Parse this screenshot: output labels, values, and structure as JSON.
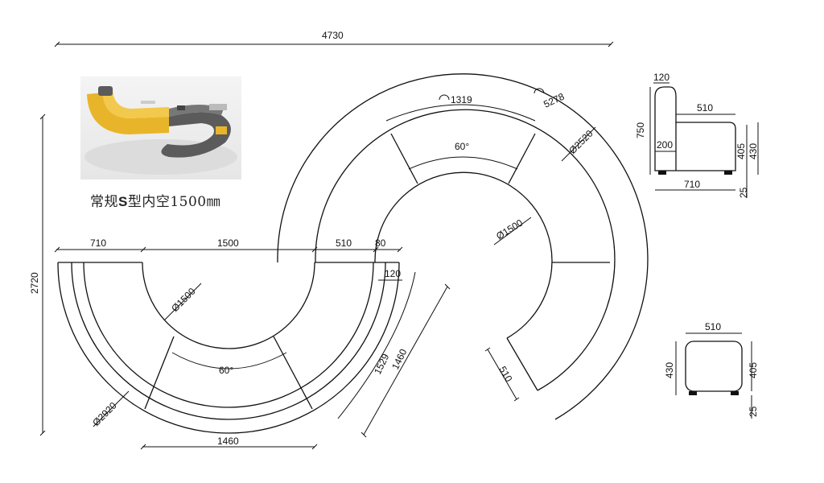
{
  "caption": {
    "prefix": "常规",
    "bold": "S",
    "suffix": "型内空1500㎜"
  },
  "overall": {
    "width": "4730",
    "height": "2720"
  },
  "plan": {
    "top_row": [
      "710",
      "1500",
      "510",
      "80"
    ],
    "small_120": "120",
    "bottom_1460": "1460",
    "diag_1529": "1529",
    "diag_1460": "1460",
    "dia_1500_left": "Ø1500",
    "dia_2920": "Ø2920",
    "angle_left": "60°",
    "arc_1319": "1319",
    "arc_5278": "5278",
    "dia_2520": "Ø2520",
    "angle_right": "60°",
    "dia_1500_right": "Ø1500",
    "seat_510": "510"
  },
  "side_view": {
    "back_120": "120",
    "height_750": "750",
    "seat_510": "510",
    "seat_200": "200",
    "h_405": "405",
    "h_430": "430",
    "depth_710": "710",
    "leg_25": "25"
  },
  "ottoman": {
    "width_510": "510",
    "h_430": "430",
    "h_405": "405",
    "leg_25": "25"
  },
  "colors": {
    "line": "#111111",
    "sofa_yellow": "#e8b52a",
    "sofa_grey": "#5b5b5b"
  }
}
